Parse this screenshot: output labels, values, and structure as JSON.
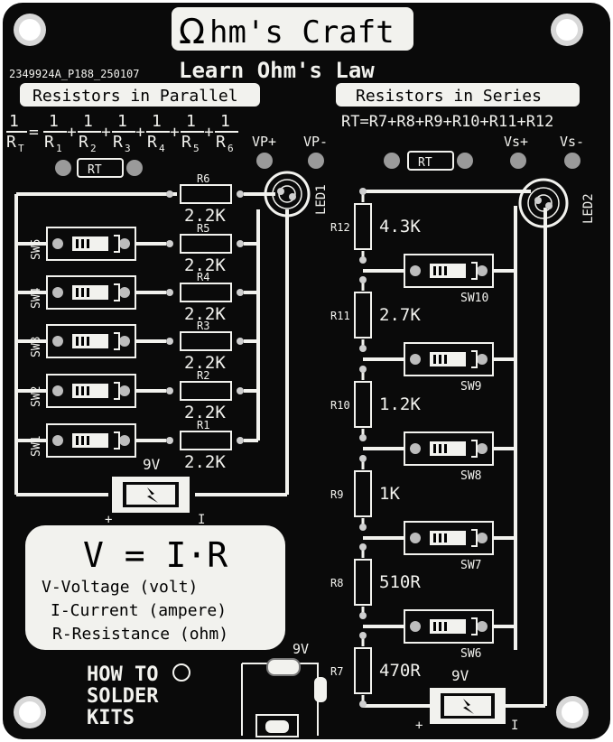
{
  "board": {
    "brand_omega": "Ω",
    "brand_rest": "hm's Craft",
    "part_number": "2349924A_P188_250107",
    "subtitle": "Learn Ohm's Law"
  },
  "parallel": {
    "heading": "Resistors in Parallel",
    "formula_lhs_num": "1",
    "formula_lhs_den": "R",
    "formula_lhs_sub": "T",
    "terms": [
      {
        "num": "1",
        "den": "R",
        "sub": "1"
      },
      {
        "num": "1",
        "den": "R",
        "sub": "2"
      },
      {
        "num": "1",
        "den": "R",
        "sub": "3"
      },
      {
        "num": "1",
        "den": "R",
        "sub": "4"
      },
      {
        "num": "1",
        "den": "R",
        "sub": "5"
      },
      {
        "num": "1",
        "den": "R",
        "sub": "6"
      }
    ],
    "rt_label": "RT",
    "vp_plus": "VP+",
    "vp_minus": "VP-",
    "led": "LED1",
    "resistors": [
      {
        "ref": "R6",
        "value": "2.2K"
      },
      {
        "ref": "R5",
        "value": "2.2K"
      },
      {
        "ref": "R4",
        "value": "2.2K"
      },
      {
        "ref": "R3",
        "value": "2.2K"
      },
      {
        "ref": "R2",
        "value": "2.2K"
      },
      {
        "ref": "R1",
        "value": "2.2K"
      }
    ],
    "switches": [
      "SW5",
      "SW4",
      "SW3",
      "SW2",
      "SW1"
    ],
    "battery": "9V",
    "bat_plus": "+",
    "bat_minus": "I"
  },
  "series": {
    "heading": "Resistors in Series",
    "formula": "RT=R7+R8+R9+R10+R11+R12",
    "rt_label": "RT",
    "vs_plus": "Vs+",
    "vs_minus": "Vs-",
    "led": "LED2",
    "resistors": [
      {
        "ref": "R12",
        "value": "4.3K"
      },
      {
        "ref": "R11",
        "value": "2.7K"
      },
      {
        "ref": "R10",
        "value": "1.2K"
      },
      {
        "ref": "R9",
        "value": "1K"
      },
      {
        "ref": "R8",
        "value": "510R"
      },
      {
        "ref": "R7",
        "value": "470R"
      }
    ],
    "switches": [
      "SW10",
      "SW9",
      "SW8",
      "SW7",
      "SW6"
    ],
    "battery": "9V",
    "bat_plus": "+",
    "bat_minus": "I"
  },
  "ohms_law": {
    "equation": "V = I·R",
    "lines": [
      "V-Voltage (volt)",
      "I-Current (ampere)",
      "R-Resistance (ohm)"
    ]
  },
  "battery_clip": {
    "label": "9V"
  },
  "logo": {
    "line1": "HOW TO",
    "line2": "SOLDER",
    "line3": "KITS"
  },
  "colors": {
    "pcb": "#0a0a0a",
    "silk": "#f2f2ee",
    "pad": "#cfcfcf"
  }
}
